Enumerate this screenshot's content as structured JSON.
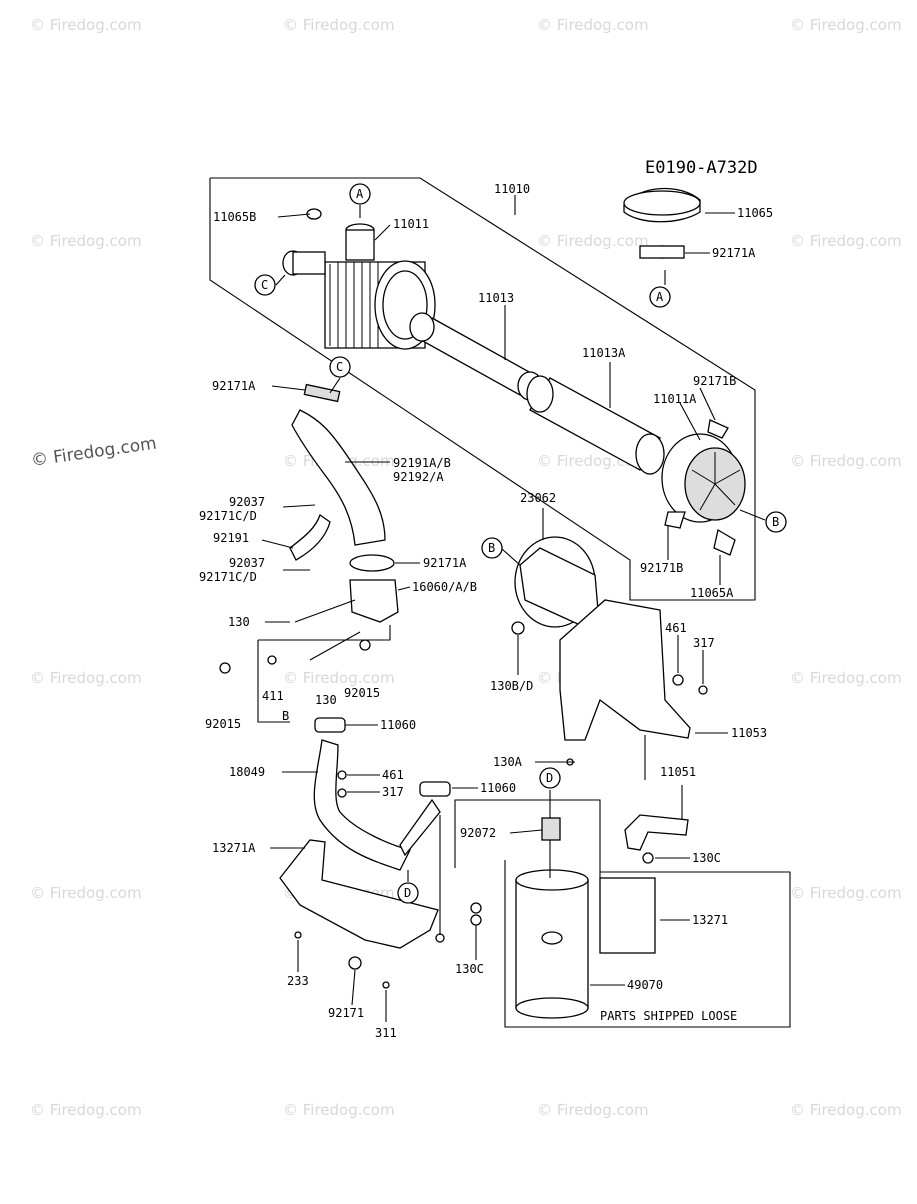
{
  "diagram_code": "E0190-A732D",
  "watermark": "© Firedog.com",
  "box_note": "PARTS SHIPPED LOOSE",
  "part_labels": [
    "11010",
    "11065B",
    "11011",
    "11065",
    "92171A",
    "11013",
    "11013A",
    "92171B",
    "11011A",
    "92171A",
    "92191A/B",
    "92192/A",
    "92037",
    "92171C/D",
    "92191",
    "92037",
    "92171C/D",
    "92171A",
    "16060/A/B",
    "23062",
    "130",
    "92015",
    "411",
    "130",
    "92015",
    "B",
    "130B/D",
    "461",
    "317",
    "11053",
    "11060",
    "18049",
    "461",
    "317",
    "11060",
    "130A",
    "11051",
    "92072",
    "13271A",
    "130C",
    "13271",
    "130C",
    "233",
    "92171",
    "311",
    "49070",
    "92171B",
    "11065A"
  ],
  "callouts": [
    "A",
    "C",
    "C",
    "A",
    "B",
    "B",
    "D",
    "D"
  ]
}
